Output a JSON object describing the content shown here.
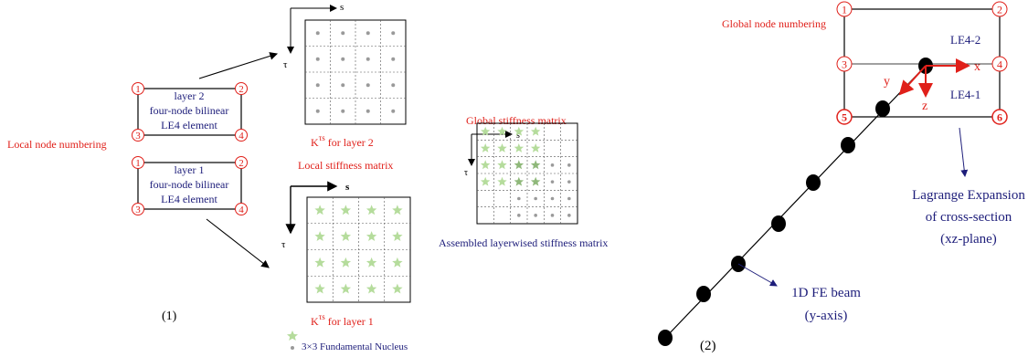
{
  "panel1": {
    "local_node_numbering": "Local node numbering",
    "layer2": {
      "line1": "layer 2",
      "line2": "four-node bilinear",
      "line3": "LE4 element",
      "nodes": [
        "1",
        "2",
        "3",
        "4"
      ]
    },
    "layer1": {
      "line1": "layer 1",
      "line2": "four-node bilinear",
      "line3": "LE4 element",
      "nodes": [
        "1",
        "2",
        "3",
        "4"
      ]
    },
    "axis_s": "s",
    "axis_tau": "τ",
    "k_layer2": "for layer 2",
    "k_layer1": "for layer 1",
    "k_symbol": "K",
    "k_superscript": "τs",
    "local_stiffness_matrix": "Local stiffness matrix",
    "global_stiffness_matrix": "Global stiffness matrix",
    "assembled_matrix": "Assembled layerwised stiffness matrix",
    "legend_nucleus": "3×3 Fundamental Nucleus",
    "label": "(1)"
  },
  "panel2": {
    "global_node_numbering": "Global node numbering",
    "nodes": [
      "1",
      "2",
      "3",
      "4",
      "5",
      "6"
    ],
    "elem_upper": "LE4-2",
    "elem_lower": "LE4-1",
    "axis_x": "x",
    "axis_y": "y",
    "axis_z": "z",
    "lagrange_line1": "Lagrange Expansion",
    "lagrange_line2": "of cross-section",
    "lagrange_line3": "(xz-plane)",
    "beam_line1": "1D FE beam",
    "beam_line2": "(y-axis)",
    "label": "(2)"
  },
  "colors": {
    "red": "#e0201a",
    "blue": "#1d1d7a",
    "green_star": "#b5dc9c",
    "grey_dot": "#9a9a9a"
  }
}
